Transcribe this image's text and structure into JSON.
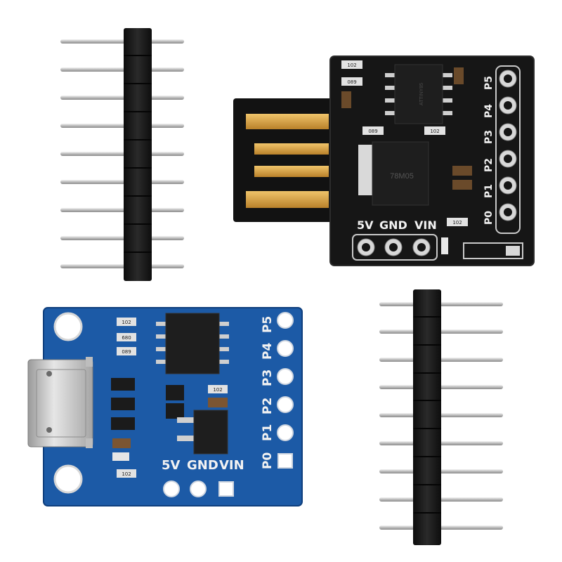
{
  "scene": {
    "background": "#ffffff",
    "colors": {
      "black_pcb": "#141414",
      "blue_pcb": "#1c5aa6",
      "gold": "#d8a24a",
      "header_plastic": "#1b1b1b",
      "pin_metal": "#c9c9c9"
    },
    "black_board": {
      "pin_labels": [
        "P5",
        "P4",
        "P3",
        "P2",
        "P1",
        "P0"
      ],
      "power_labels": [
        "5V",
        "GND",
        "VIN"
      ],
      "resistor_codes": [
        "102",
        "089",
        "089",
        "102",
        "102"
      ],
      "ic_marking": "ATTINY85",
      "regulator_marking": "78M05"
    },
    "blue_board": {
      "pin_labels": [
        "P5",
        "P4",
        "P3",
        "P2",
        "P1",
        "P0"
      ],
      "power_labels": [
        "5V",
        "GND",
        "VIN"
      ],
      "resistor_codes": [
        "102",
        "680",
        "089",
        "102",
        "102"
      ]
    },
    "headers": {
      "left_pin_count": 9,
      "right_pin_count": 9
    }
  }
}
